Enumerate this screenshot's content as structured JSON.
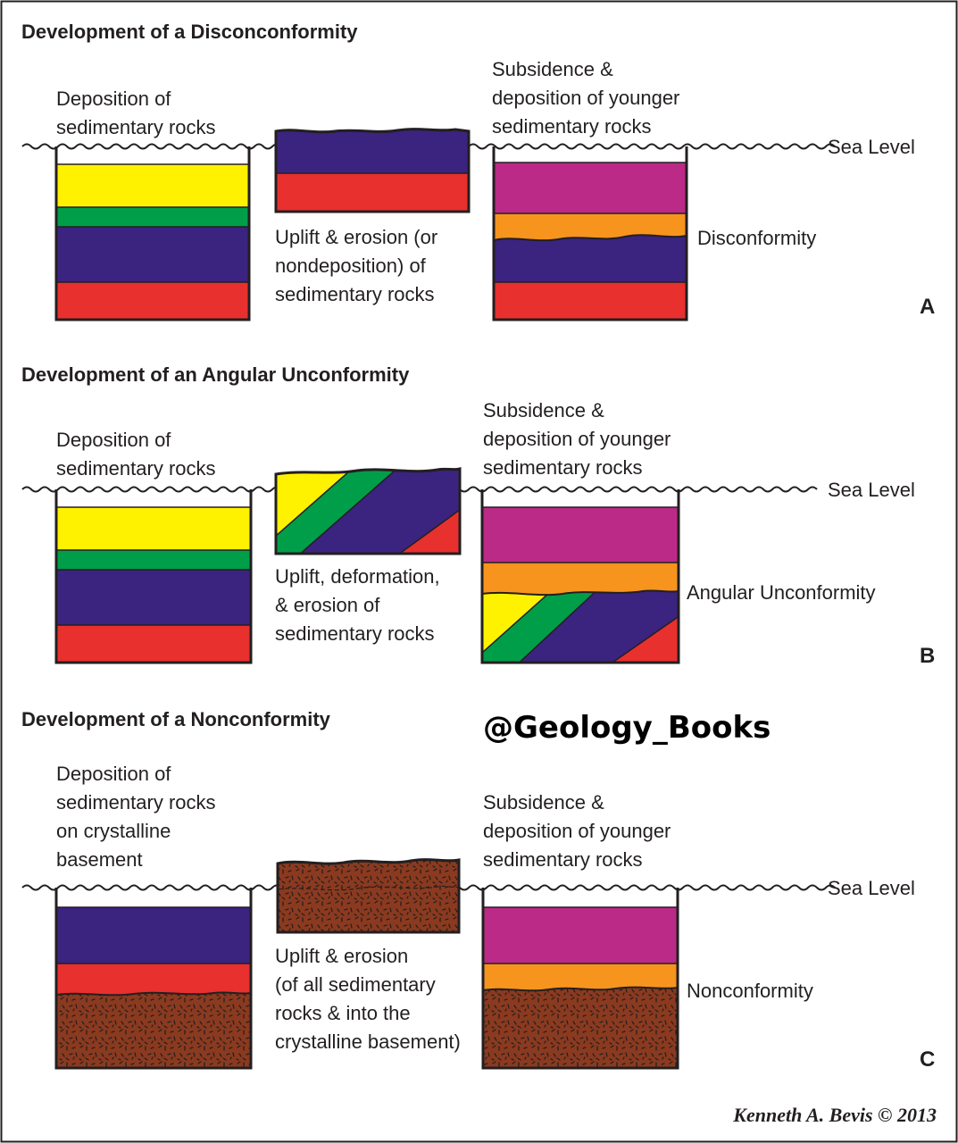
{
  "colors": {
    "yellow": "#fff200",
    "green": "#009e49",
    "purple": "#3b2380",
    "red": "#e8302e",
    "magenta": "#bb2a86",
    "orange": "#f7941d",
    "basement": "#8b3a1f",
    "outline": "#231f20"
  },
  "panels": [
    {
      "title": "Development of a Disconconformity",
      "letter": "A",
      "stage1_label": [
        "Deposition of",
        "sedimentary rocks"
      ],
      "stage2_label": [
        "Uplift & erosion (or",
        "nondeposition) of",
        "sedimentary rocks"
      ],
      "stage3_label": [
        "Subsidence &",
        "deposition of younger",
        "sedimentary rocks"
      ],
      "sea_level_label": "Sea Level",
      "contact_label": "Disconformity"
    },
    {
      "title": "Development of an Angular Unconformity",
      "letter": "B",
      "stage1_label": [
        "Deposition of",
        "sedimentary rocks"
      ],
      "stage2_label": [
        "Uplift, deformation,",
        "& erosion of",
        "sedimentary rocks"
      ],
      "stage3_label": [
        "Subsidence &",
        "deposition of younger",
        "sedimentary rocks"
      ],
      "sea_level_label": "Sea Level",
      "contact_label": "Angular Unconformity"
    },
    {
      "title": "Development of a Nonconformity",
      "letter": "C",
      "stage1_label": [
        "Deposition of",
        "sedimentary rocks",
        "on crystalline",
        "basement"
      ],
      "stage2_label": [
        "Uplift & erosion",
        "(of all sedimentary",
        "rocks & into the",
        "crystalline basement)"
      ],
      "stage3_label": [
        "Subsidence &",
        "deposition of younger",
        "sedimentary rocks"
      ],
      "sea_level_label": "Sea Level",
      "contact_label": "Nonconformity"
    }
  ],
  "watermark": "@Geology_Books",
  "credit": "Kenneth A. Bevis © 2013"
}
